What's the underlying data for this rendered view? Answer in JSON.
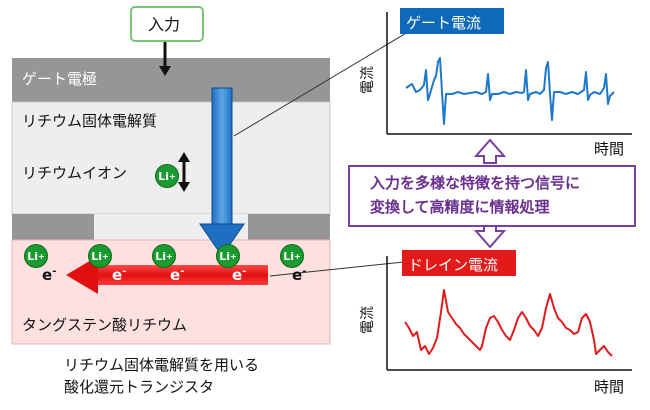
{
  "device": {
    "input_label": "入力",
    "gate_label": "ゲート電極",
    "electrolyte_label": "リチウム固体電解質",
    "ion_label": "リチウムイオン",
    "channel_label": "タングステン酸リチウム",
    "li_symbol": "Li",
    "li_charge": "+",
    "electron_symbol": "e",
    "electron_charge": "-",
    "caption_line1": "リチウム固体電解質を用いる",
    "caption_line2": "酸化還元トランジスタ"
  },
  "process_box": {
    "line1": "入力を多様な特徴を持つ信号に",
    "line2": "変換して高精度に情報処理"
  },
  "gate_plot": {
    "title": "ゲート電流",
    "y_label": "電流",
    "x_label": "時間",
    "line_color": "#1f78c8"
  },
  "drain_plot": {
    "title": "ドレイン電流",
    "y_label": "電流",
    "x_label": "時間",
    "line_color": "#e01b1b"
  },
  "colors": {
    "gate_blue": "#0e6ab8",
    "drain_red": "#e31a1a",
    "purple": "#7a3fa0",
    "li_green": "#1b9b2f",
    "input_border": "#7cc47a"
  }
}
